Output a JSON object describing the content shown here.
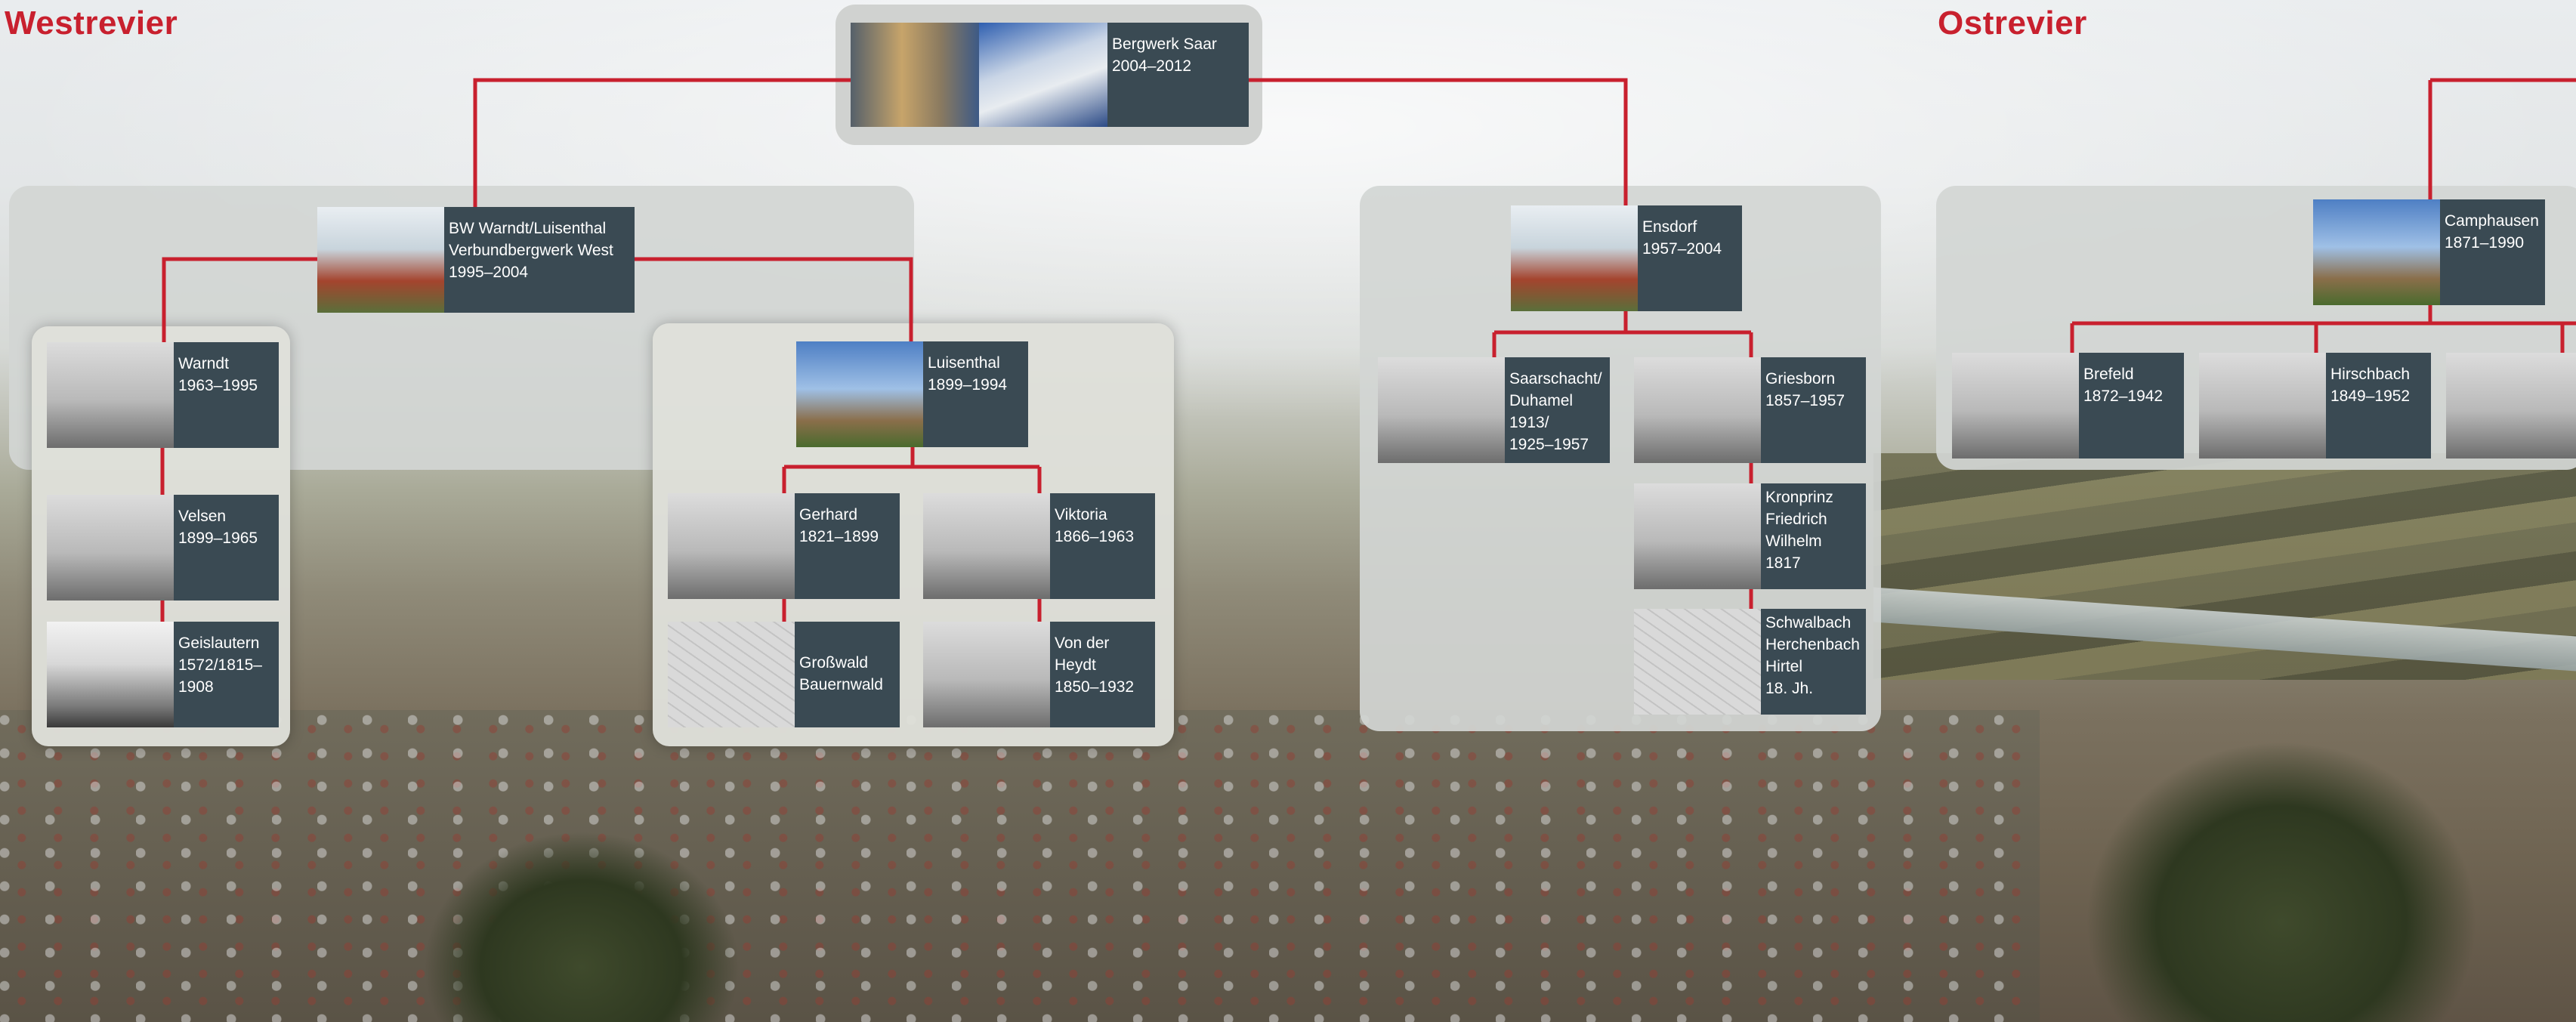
{
  "titles": {
    "west": "Westrevier",
    "ost": "Ostrevier"
  },
  "colors": {
    "connector": "#c8202e",
    "label_box": "#3a4a53",
    "title": "#c8202e"
  },
  "root": {
    "line1": "Bergwerk Saar",
    "line2": "2004–2012"
  },
  "west": {
    "main": {
      "line1": "BW Warndt/Luisenthal",
      "line2": "Verbundbergwerk West",
      "line3": "1995–2004"
    },
    "warndt": {
      "line1": "Warndt",
      "line2": "1963–1995"
    },
    "velsen": {
      "line1": "Velsen",
      "line2": "1899–1965"
    },
    "geislautern": {
      "line1": "Geislautern",
      "line2": "1572/1815–",
      "line3": "1908"
    },
    "luisenthal": {
      "line1": "Luisenthal",
      "line2": "1899–1994"
    },
    "gerhard": {
      "line1": "Gerhard",
      "line2": "1821–1899"
    },
    "viktoria": {
      "line1": "Viktoria",
      "line2": "1866–1963"
    },
    "grosswald": {
      "line1": "Großwald",
      "line2": "Bauernwald"
    },
    "vonderheydt": {
      "line1": "Von der",
      "line2": "Heydt",
      "line3": "1850–1932"
    }
  },
  "ensdorf": {
    "main": {
      "line1": "Ensdorf",
      "line2": "1957–2004"
    },
    "saarschacht": {
      "line1": "Saarschacht/",
      "line2": "Duhamel",
      "line3": "1913/",
      "line4": "1925–1957"
    },
    "griesborn": {
      "line1": "Griesborn",
      "line2": "1857–1957"
    },
    "kronprinz": {
      "line1": "Kronprinz",
      "line2": "Friedrich",
      "line3": "Wilhelm",
      "line4": "1817"
    },
    "schwalbach": {
      "line1": "Schwalbach",
      "line2": "Herchenbach",
      "line3": "Hirtel",
      "line4": "18. Jh."
    }
  },
  "ost": {
    "camphausen": {
      "line1": "Camphausen",
      "line2": "1871–1990"
    },
    "brefeld": {
      "line1": "Brefeld",
      "line2": "1872–1942"
    },
    "hirschbach": {
      "line1": "Hirschbach",
      "line2": "1849–1952"
    }
  }
}
